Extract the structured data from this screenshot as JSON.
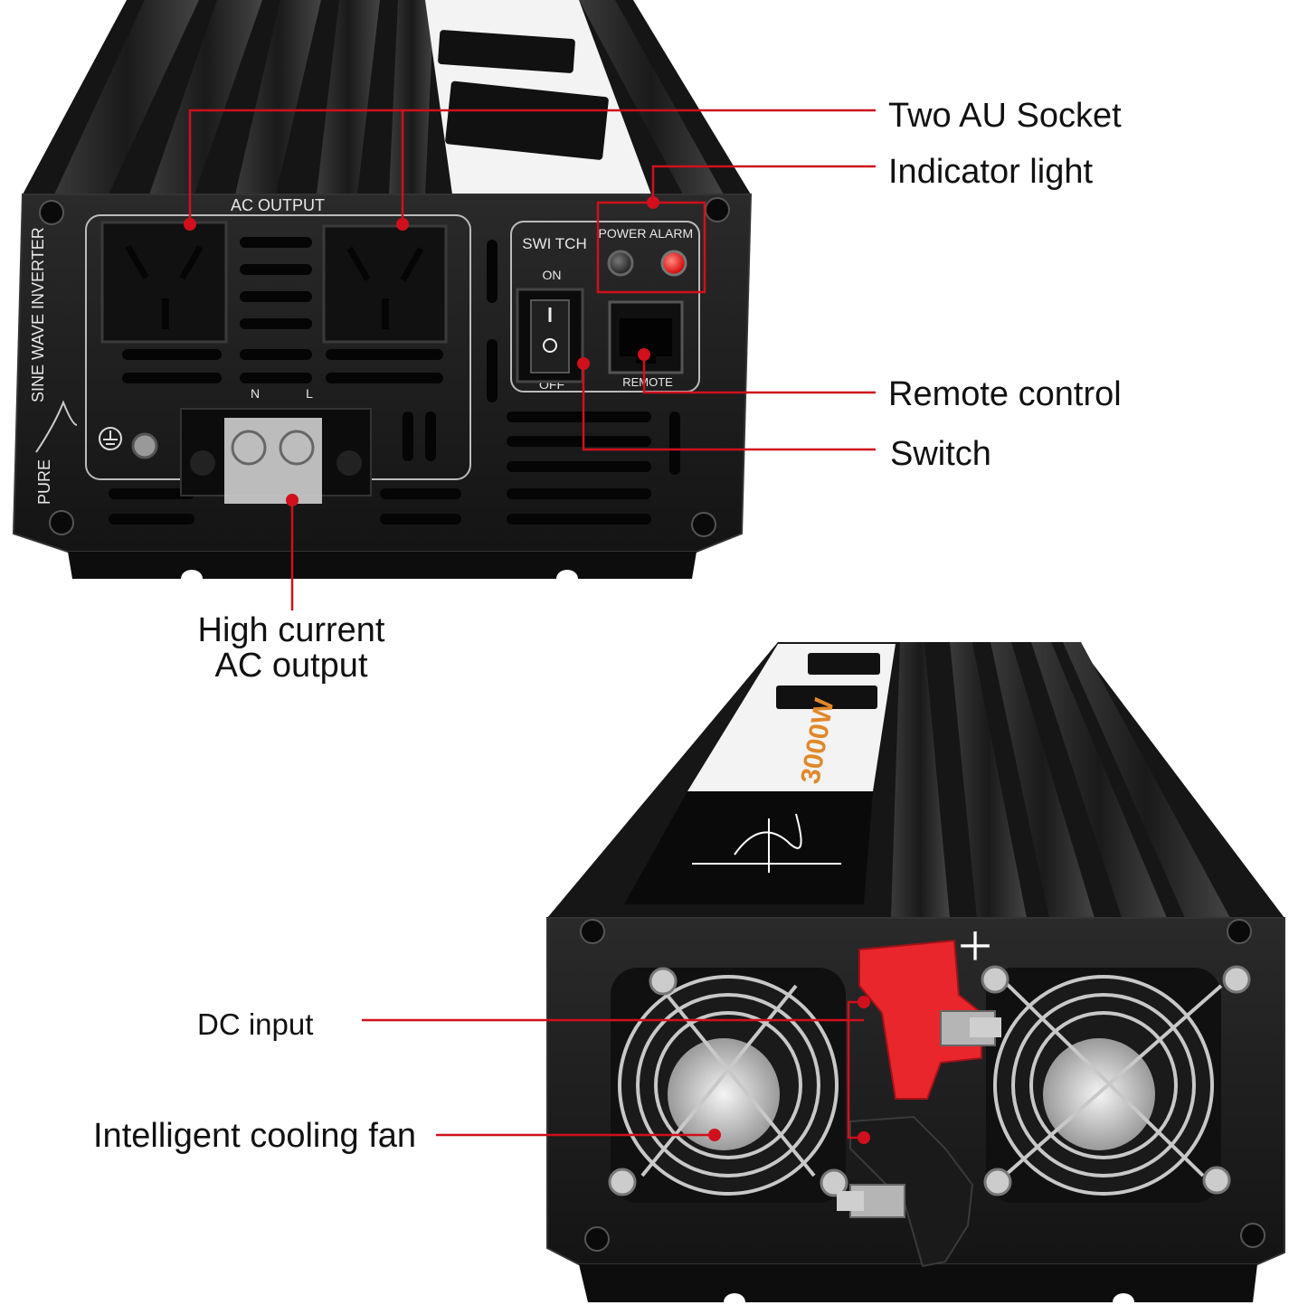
{
  "colors": {
    "leader_line": "#d0101c",
    "housing": "#141414",
    "panel": "#1e1e1e",
    "fin": "#2b2b2b",
    "terminal_red": "#e8262c",
    "alarm_led": "#ff1a10"
  },
  "callouts": {
    "two_au_socket": "Two AU Socket",
    "indicator_light": "Indicator light",
    "remote_control": "Remote control",
    "switch": "Switch",
    "high_current_line1": "High current",
    "high_current_line2": "AC output",
    "dc_input": "DC input",
    "cooling_fan": "Intelligent cooling fan"
  },
  "front_panel": {
    "ac_output": "AC OUTPUT",
    "side_text": "SINE WAVE INVERTER",
    "pure": "PURE",
    "switch_label": "SWI TCH",
    "on": "ON",
    "off": "OFF",
    "power": "POWER",
    "alarm": "ALARM",
    "remote": "REMOTE",
    "n": "N",
    "l": "L"
  },
  "rear_panel": {
    "plus": "+",
    "rating": "3000W"
  },
  "icons": [
    "ground-symbol-icon",
    "screw-icon",
    "fan-grille-icon",
    "sine-wave-icon"
  ]
}
